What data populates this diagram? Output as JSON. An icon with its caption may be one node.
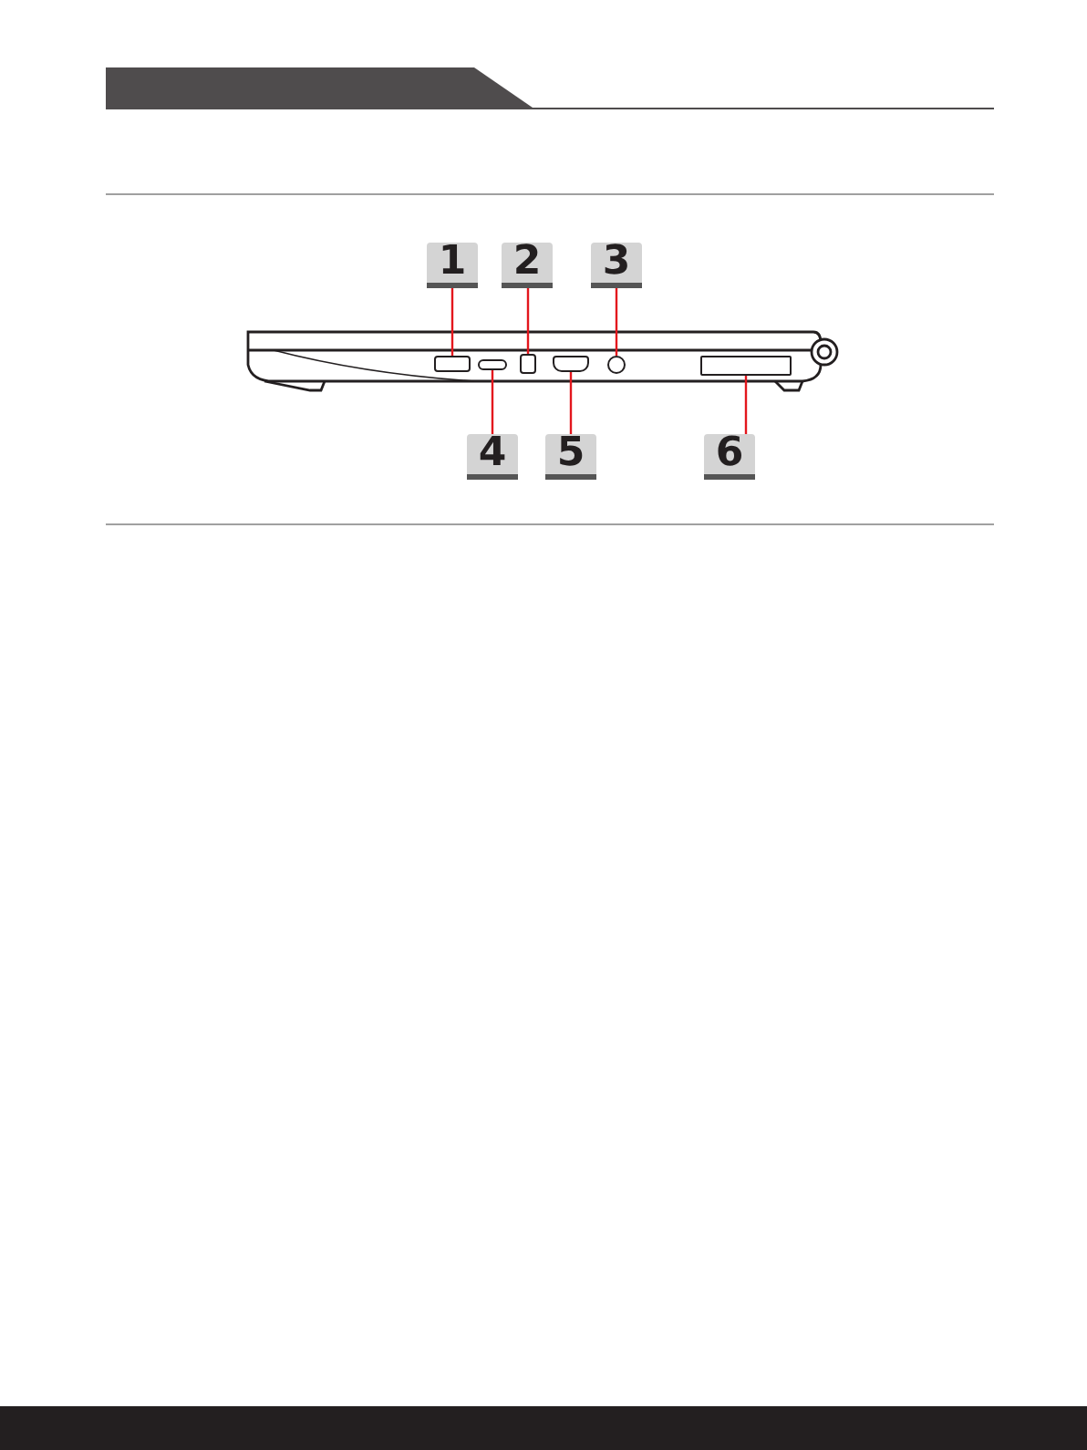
{
  "diagram": {
    "nodes": [
      {
        "text": [
          "1"
        ]
      },
      {
        "text": [
          "2"
        ]
      },
      {
        "text": [
          "3"
        ]
      },
      {
        "text": [
          "4"
        ]
      },
      {
        "text": [
          "5"
        ]
      },
      {
        "text": [
          "6"
        ]
      },
      {
        "text": [],
        "shape": "box"
      },
      {
        "text": [],
        "shape": "box"
      },
      {
        "text": [],
        "shape": "box"
      },
      {
        "text": [],
        "shape": "box"
      },
      {
        "text": [],
        "shape": "circle"
      },
      {
        "text": [],
        "shape": "box"
      }
    ],
    "edges": [
      {
        "from": 0,
        "to": 6,
        "arrow": "none"
      },
      {
        "from": 1,
        "to": 8,
        "arrow": "none"
      },
      {
        "from": 2,
        "to": 10,
        "arrow": "none"
      },
      {
        "from": 3,
        "to": 7,
        "arrow": "none"
      },
      {
        "from": 4,
        "to": 9,
        "arrow": "none"
      },
      {
        "from": 5,
        "to": 11,
        "arrow": "none"
      }
    ]
  }
}
